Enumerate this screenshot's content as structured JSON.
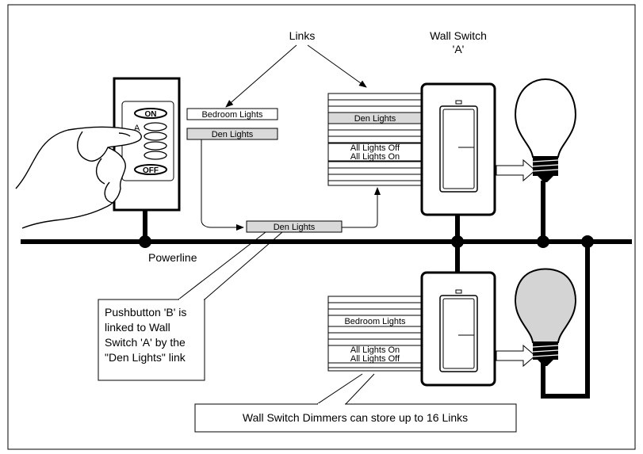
{
  "labels": {
    "links": "Links",
    "wall_switch_line1": "Wall Switch",
    "wall_switch_line2": "'A'",
    "powerline": "Powerline"
  },
  "keypad": {
    "on": "ON",
    "off": "OFF",
    "button_letter": "A"
  },
  "keypad_links": [
    "Bedroom Lights",
    "Den Lights"
  ],
  "powerline_link": "Den Lights",
  "switch_a_links": [
    "Den Lights",
    "All Lights Off",
    "All Lights On"
  ],
  "switch_b_links": [
    "Bedroom Lights",
    "All Lights On",
    "All Lights Off"
  ],
  "callout_b": {
    "lines": [
      "Pushbutton 'B' is",
      "linked to Wall",
      "Switch 'A' by the",
      "\"Den Lights\" link"
    ]
  },
  "callout_bottom": "Wall Switch Dimmers can store up to 16 Links",
  "colors": {
    "link_fill": "#d9d9d9",
    "bulb_on": "#ffffff",
    "bulb_off": "#d4d4d4"
  }
}
